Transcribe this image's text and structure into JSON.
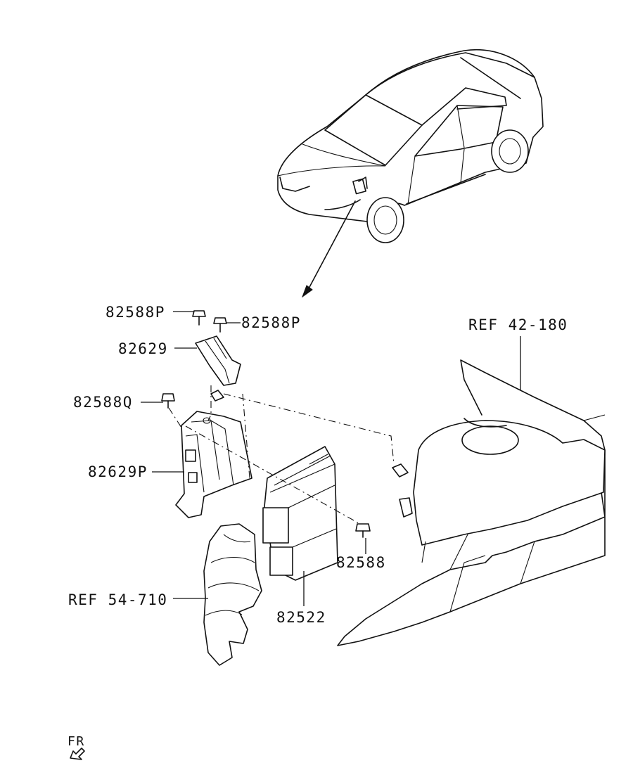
{
  "labels": {
    "bolt_upper_left": "82588P",
    "bolt_upper_right": "82588P",
    "bracket_upper": "82629",
    "bolt_left": "82588Q",
    "bracket_lower": "82629P",
    "bolt_module": "82588",
    "module": "82522",
    "ref_body": "REF 42-180",
    "ref_duct": "REF 54-710",
    "front_marker": "FR"
  },
  "icons": {
    "front_arrow": "front-arrow-icon"
  },
  "colors": {
    "line": "#111111",
    "background": "#ffffff"
  }
}
